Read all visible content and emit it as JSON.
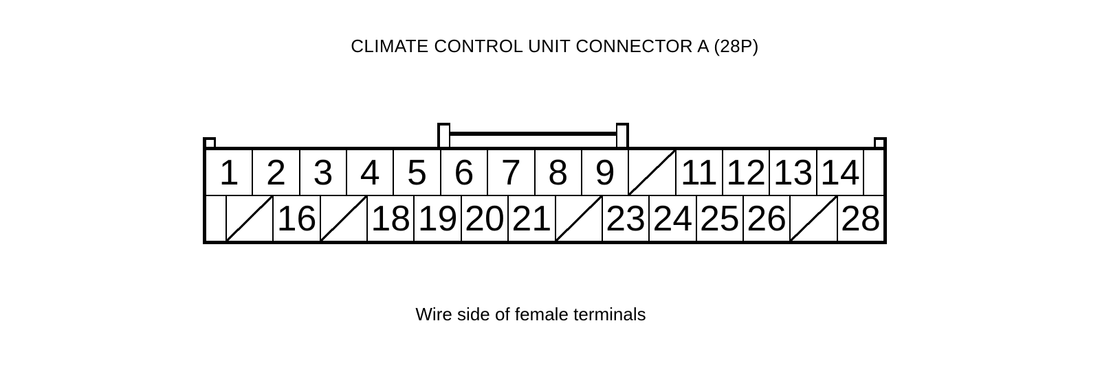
{
  "title": "CLIMATE CONTROL UNIT CONNECTOR A (28P)",
  "caption": "Wire side of female terminals",
  "colors": {
    "line": "#000000",
    "background": "#ffffff"
  },
  "connector": {
    "name": "A",
    "pin_count": "28P",
    "top_row": [
      {
        "label": "1",
        "blocked": false
      },
      {
        "label": "2",
        "blocked": false
      },
      {
        "label": "3",
        "blocked": false
      },
      {
        "label": "4",
        "blocked": false
      },
      {
        "label": "5",
        "blocked": false
      },
      {
        "label": "6",
        "blocked": false
      },
      {
        "label": "7",
        "blocked": false
      },
      {
        "label": "8",
        "blocked": false
      },
      {
        "label": "9",
        "blocked": false
      },
      {
        "label": "",
        "blocked": true
      },
      {
        "label": "11",
        "blocked": false
      },
      {
        "label": "12",
        "blocked": false
      },
      {
        "label": "13",
        "blocked": false
      },
      {
        "label": "14",
        "blocked": false
      }
    ],
    "bottom_row": [
      {
        "label": "",
        "blocked": true
      },
      {
        "label": "16",
        "blocked": false
      },
      {
        "label": "",
        "blocked": true
      },
      {
        "label": "18",
        "blocked": false
      },
      {
        "label": "19",
        "blocked": false
      },
      {
        "label": "20",
        "blocked": false
      },
      {
        "label": "21",
        "blocked": false
      },
      {
        "label": "",
        "blocked": true
      },
      {
        "label": "23",
        "blocked": false
      },
      {
        "label": "24",
        "blocked": false
      },
      {
        "label": "25",
        "blocked": false
      },
      {
        "label": "26",
        "blocked": false
      },
      {
        "label": "",
        "blocked": true
      },
      {
        "label": "28",
        "blocked": false
      }
    ]
  }
}
